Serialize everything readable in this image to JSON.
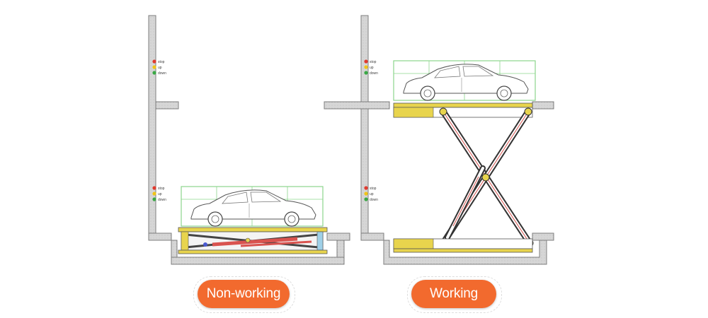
{
  "labels": {
    "non_working": "Non-working",
    "working": "Working"
  },
  "signal": {
    "stop": "stop",
    "up": "up",
    "down": "down"
  },
  "colors": {
    "button_fill": "#f26a2e",
    "car_outline": "#8cd68c",
    "wall_fill": "#cfcfcf",
    "wall_stroke": "#7d7d7d",
    "platform": "#e8d44d",
    "hydraulic": "#d9534f",
    "light_red": "#e03a2f",
    "light_yellow": "#f0c419",
    "light_green": "#3aa845"
  }
}
